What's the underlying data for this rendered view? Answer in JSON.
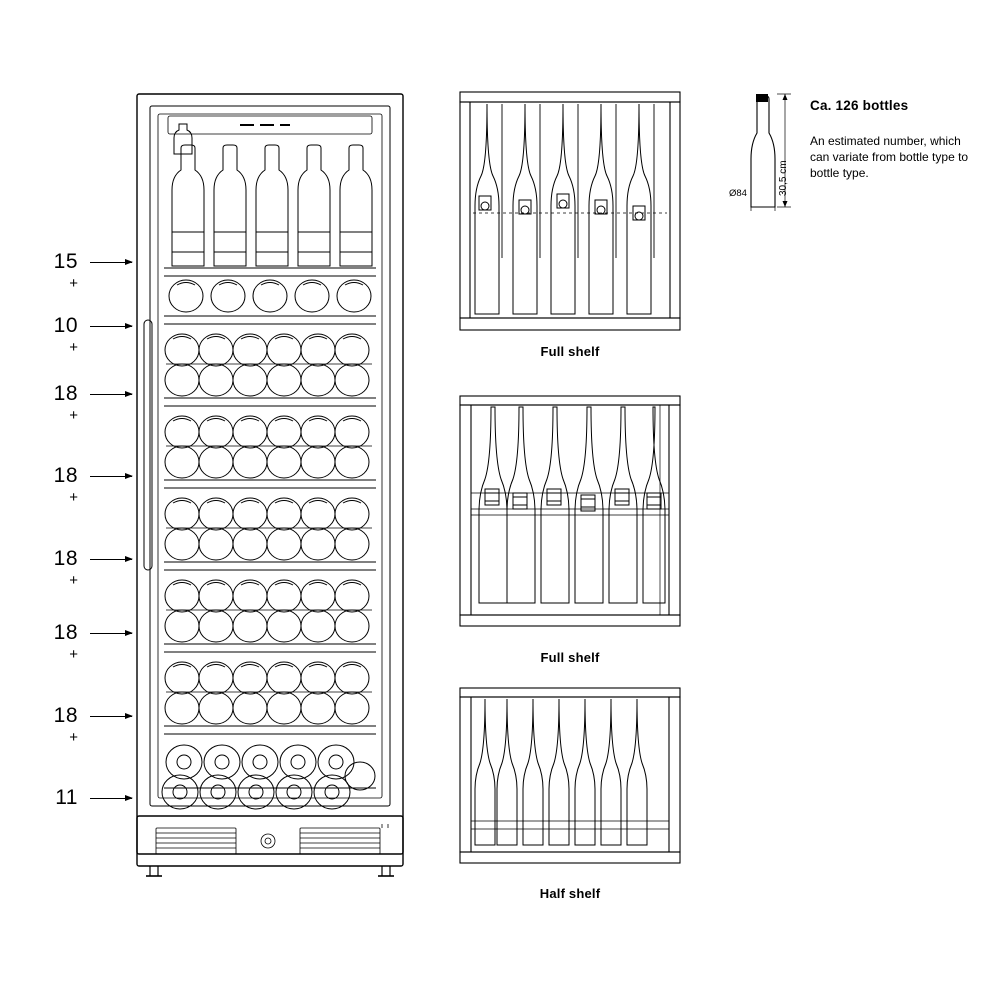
{
  "diagram": {
    "title_hidden": "",
    "capacity_labels": [
      {
        "count": "15",
        "plus": "+"
      },
      {
        "count": "10",
        "plus": "+"
      },
      {
        "count": "18",
        "plus": "+"
      },
      {
        "count": "18",
        "plus": "+"
      },
      {
        "count": "18",
        "plus": "+"
      },
      {
        "count": "18",
        "plus": "+"
      },
      {
        "count": "18",
        "plus": "+"
      },
      {
        "count": "11",
        "plus": ""
      }
    ],
    "shelf_captions": [
      {
        "label": "Full shelf"
      },
      {
        "label": "Full shelf"
      },
      {
        "label": "Half shelf"
      }
    ],
    "info": {
      "title": "Ca. 126 bottles",
      "body": "An estimated number, which can variate from bottle type to bottle type.",
      "height_dim": "30,5 cm",
      "diameter_dim": "Ø84"
    },
    "colors": {
      "line": "#000000",
      "background": "#ffffff"
    }
  }
}
